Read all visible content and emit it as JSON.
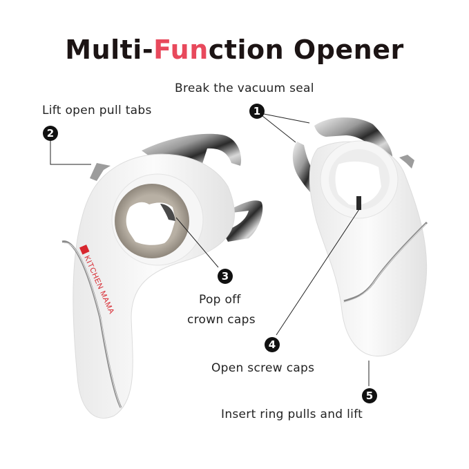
{
  "title": {
    "prefix": "Multi-",
    "accent": "Fun",
    "suffix": "ction Opener",
    "accent_color": "#e8495c",
    "text_color": "#1c1414"
  },
  "brand": {
    "name": "KITCHEN MAMA",
    "color": "#d7262e"
  },
  "features": [
    {
      "number": "1",
      "label": "Break the vacuum seal"
    },
    {
      "number": "2",
      "label": "Lift open pull tabs"
    },
    {
      "number": "3",
      "label_line1": "Pop off",
      "label_line2": "crown caps"
    },
    {
      "number": "4",
      "label": "Open screw caps"
    },
    {
      "number": "5",
      "label": "Insert ring pulls and lift"
    }
  ]
}
